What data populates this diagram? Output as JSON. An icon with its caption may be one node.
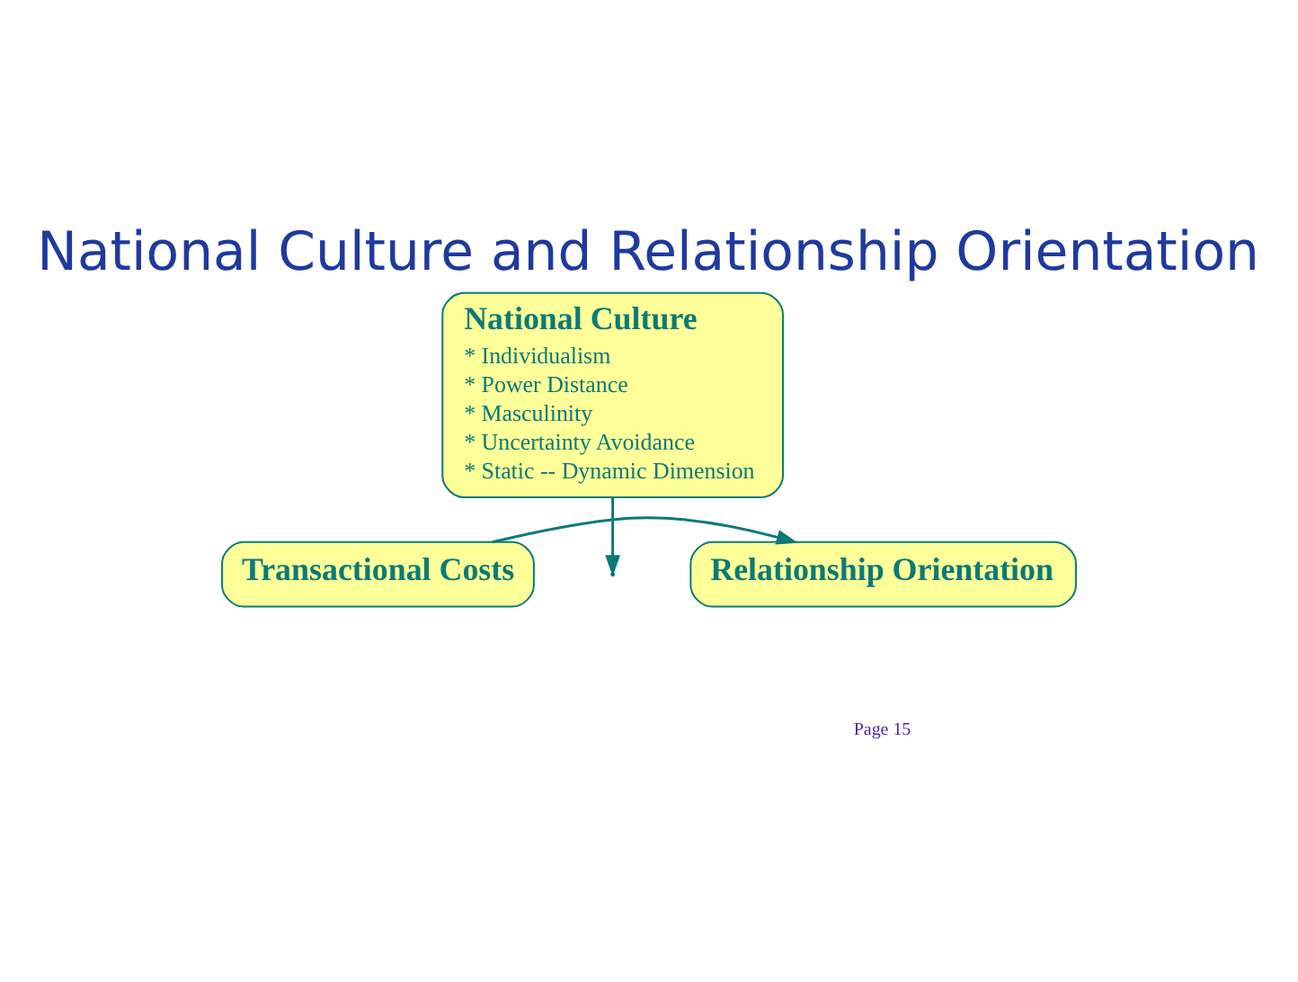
{
  "diagram": {
    "title": "National Culture and Relationship Orientation",
    "nodes": [
      {
        "text": [
          "National Culture",
          "* Individualism",
          "* Power Distance",
          "* Masculinity",
          "* Uncertainty Avoidance",
          "* Static -- Dynamic Dimension"
        ]
      },
      {
        "text": [
          "Transactional Costs"
        ]
      },
      {
        "text": [
          "Relationship Orientation"
        ]
      }
    ],
    "edges": [
      {
        "from": 0,
        "to": null,
        "arrow": "to"
      },
      {
        "from": 1,
        "to": 2,
        "arrow": "to"
      }
    ],
    "labels": [
      "Page 15"
    ]
  }
}
